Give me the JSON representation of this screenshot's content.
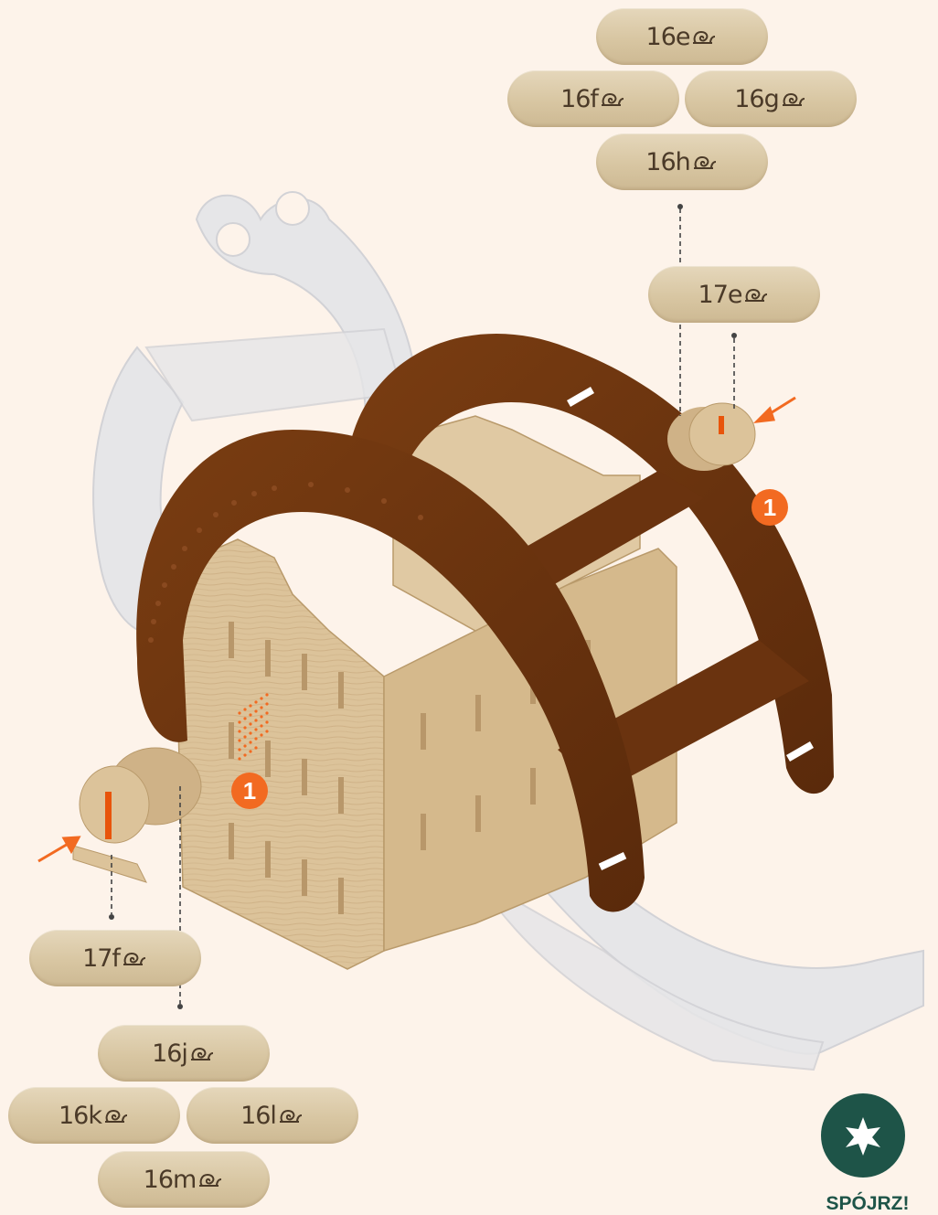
{
  "parts_top": [
    {
      "code": "16e",
      "icon": "snail-icon"
    },
    {
      "code": "16f",
      "icon": "snail-icon"
    },
    {
      "code": "16g",
      "icon": "snail-icon"
    },
    {
      "code": "16h",
      "icon": "snail-icon"
    },
    {
      "code": "17e",
      "icon": "snail-icon"
    }
  ],
  "parts_bottom": [
    {
      "code": "17f",
      "icon": "snail-icon"
    },
    {
      "code": "16j",
      "icon": "snail-icon"
    },
    {
      "code": "16k",
      "icon": "snail-icon"
    },
    {
      "code": "16l",
      "icon": "snail-icon"
    },
    {
      "code": "16m",
      "icon": "snail-icon"
    }
  ],
  "step_badges": [
    "1",
    "1"
  ],
  "look_button": {
    "label": "SPÓJRZ!",
    "icon": "star-icon"
  },
  "colors": {
    "background": "#fdf3ea",
    "wood_light": "#dcc39a",
    "wood_dark": "#6b3410",
    "ghost_part": "#e4e4e6",
    "accent": "#f26a21",
    "look_button": "#1e5448"
  }
}
